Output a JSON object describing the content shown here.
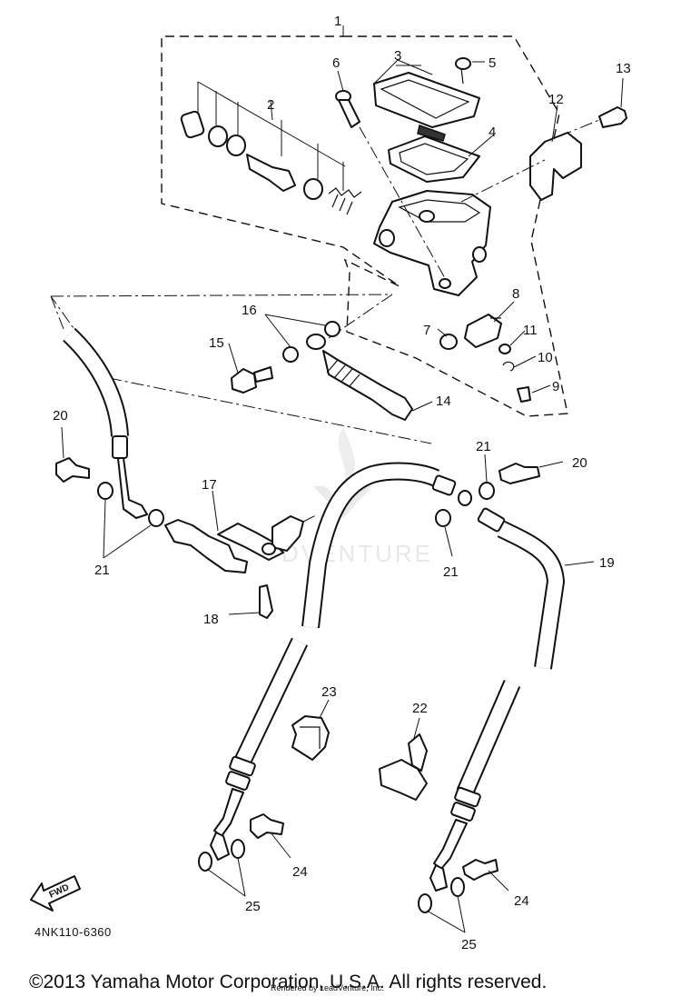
{
  "diagram": {
    "part_numbers": [
      "1",
      "2",
      "3",
      "4",
      "5",
      "6",
      "7",
      "8",
      "9",
      "10",
      "11",
      "12",
      "13",
      "14",
      "15",
      "16",
      "17",
      "18",
      "19",
      "20",
      "20",
      "21",
      "21",
      "21",
      "22",
      "23",
      "24",
      "24",
      "25",
      "25"
    ],
    "fwd_label": "FWD",
    "drawing_code": "4NK110-6360",
    "watermark": "DVENTURE",
    "copyright": "©2013 Yamaha Motor Corporation, U.S.A. All rights reserved.",
    "rendered_by": "Rendered by LeadVenture, Inc."
  }
}
